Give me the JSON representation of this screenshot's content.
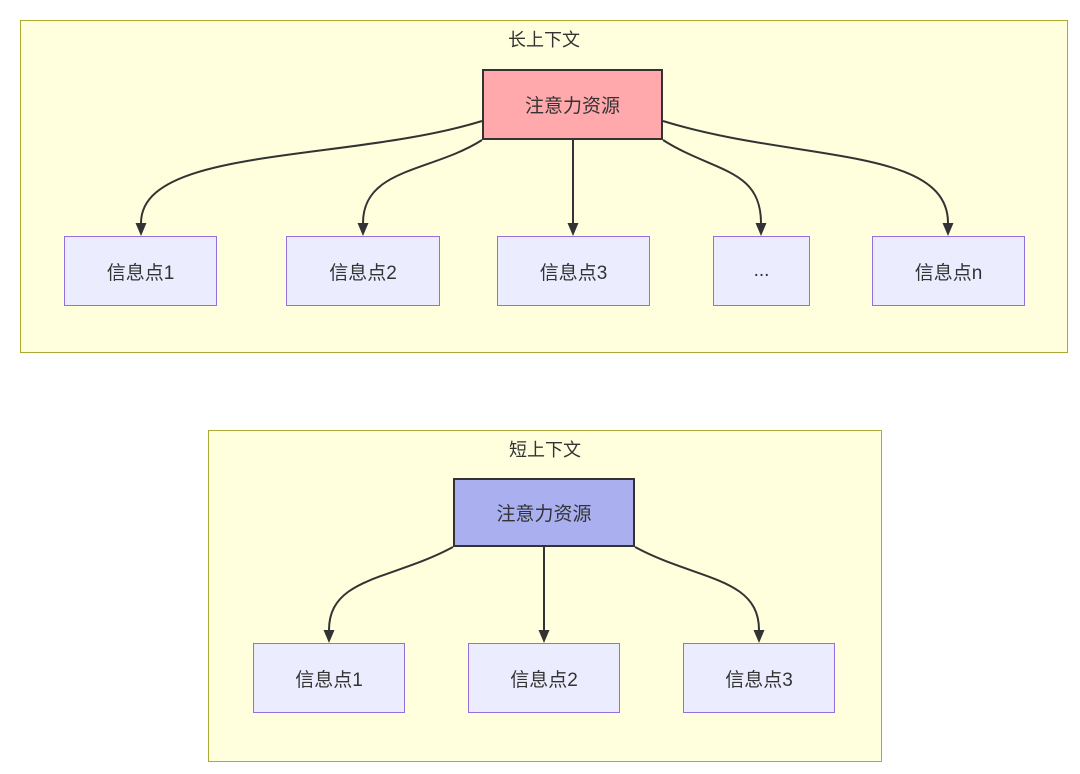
{
  "colors": {
    "canvas_bg": "#ffffff",
    "cluster_fill": "#ffffde",
    "cluster_border": "#aaaa33",
    "info_fill": "#ececff",
    "info_border": "#9370db",
    "attention_long_fill": "#ffa9ac",
    "attention_short_fill": "#aaaff0",
    "node_border_dark": "#333333",
    "edge": "#333333",
    "text": "#333333"
  },
  "long_context": {
    "title": "长上下文",
    "attention": {
      "label": "注意力资源"
    },
    "info_nodes": [
      {
        "label": "信息点1"
      },
      {
        "label": "信息点2"
      },
      {
        "label": "信息点3"
      },
      {
        "label": "..."
      },
      {
        "label": "信息点n"
      }
    ]
  },
  "short_context": {
    "title": "短上下文",
    "attention": {
      "label": "注意力资源"
    },
    "info_nodes": [
      {
        "label": "信息点1"
      },
      {
        "label": "信息点2"
      },
      {
        "label": "信息点3"
      }
    ]
  }
}
